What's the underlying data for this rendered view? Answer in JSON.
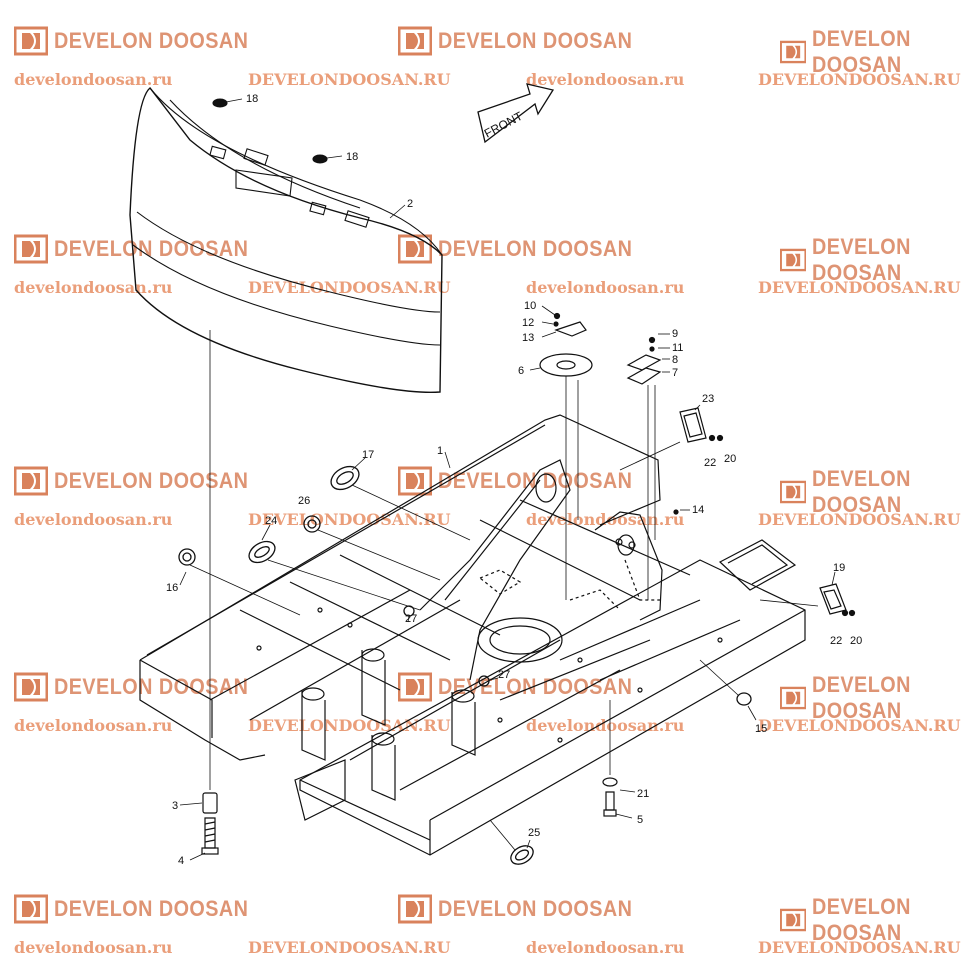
{
  "watermark": {
    "brand": "DEVELON DOOSAN",
    "site_lower": "develondoosan.ru",
    "site_upper": "DEVELONDOOSAN.RU",
    "brand_color": "#d9825c",
    "site_color": "#e8946c"
  },
  "diagram": {
    "front_label": "FRONT",
    "callouts": {
      "n18a": "18",
      "n18b": "18",
      "n2": "2",
      "n10": "10",
      "n12": "12",
      "n13": "13",
      "n6": "6",
      "n9": "9",
      "n11": "11",
      "n8": "8",
      "n7": "7",
      "n23": "23",
      "n22a": "22",
      "n20a": "20",
      "n1": "1",
      "n17": "17",
      "n26": "26",
      "n24": "24",
      "n16": "16",
      "n14": "14",
      "n19": "19",
      "n22b": "22",
      "n20b": "20",
      "n27a": "27",
      "n27b": "27",
      "n15": "15",
      "n21": "21",
      "n5": "5",
      "n3": "3",
      "n4": "4",
      "n25": "25"
    }
  }
}
